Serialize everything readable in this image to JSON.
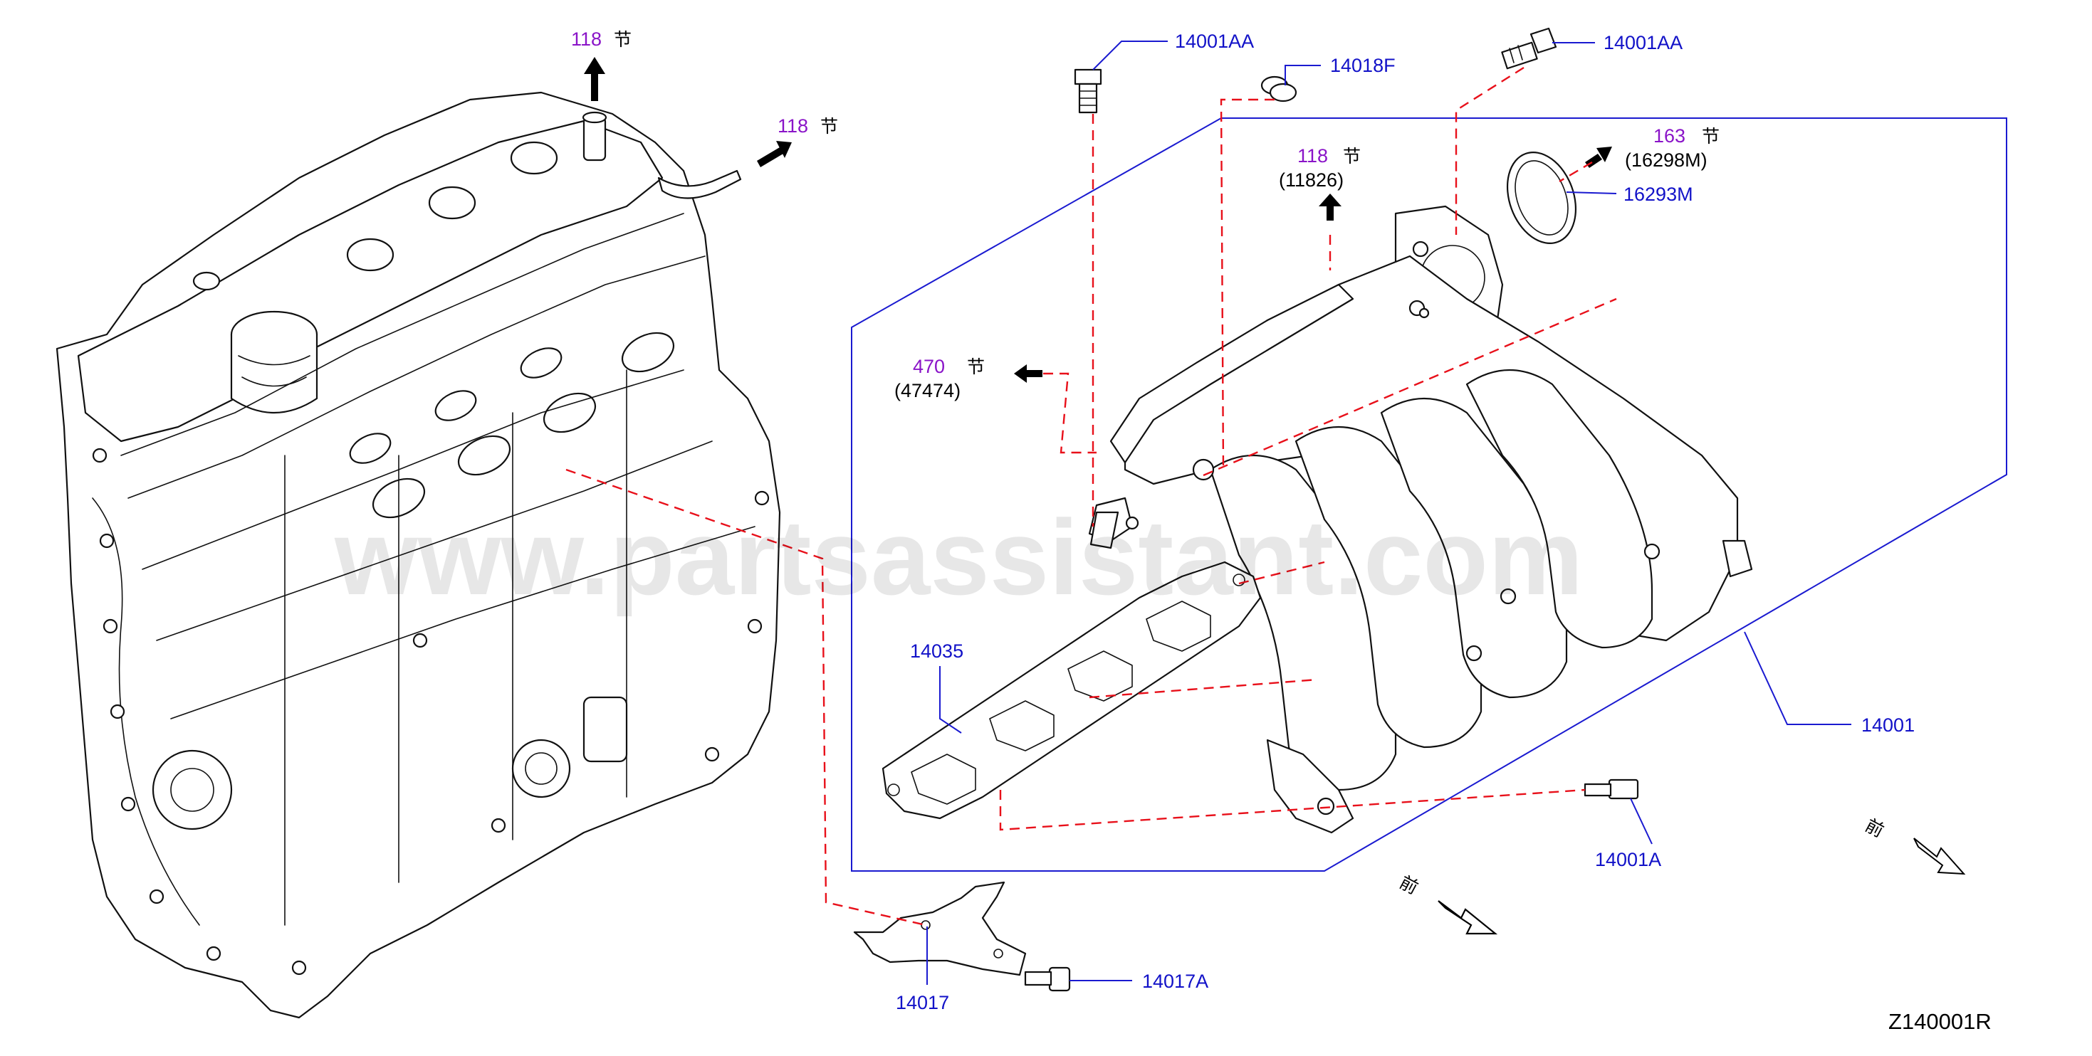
{
  "watermark": "www.partsassistant.com",
  "diagram_code": "Z140001R",
  "section_char": "节",
  "front_char": "前",
  "section_refs": [
    {
      "id": "ref-118-top",
      "number": "118",
      "sub": ""
    },
    {
      "id": "ref-118-right",
      "number": "118",
      "sub": ""
    },
    {
      "id": "ref-118-manifold",
      "number": "118",
      "sub": "(11826)"
    },
    {
      "id": "ref-163",
      "number": "163",
      "sub": "(16298M)"
    },
    {
      "id": "ref-470",
      "number": "470",
      "sub": "(47474)"
    }
  ],
  "parts": [
    {
      "id": "p1",
      "label": "14001AA"
    },
    {
      "id": "p2",
      "label": "14018F"
    },
    {
      "id": "p3",
      "label": "14001AA"
    },
    {
      "id": "p4",
      "label": "16293M"
    },
    {
      "id": "p5",
      "label": "14035"
    },
    {
      "id": "p6",
      "label": "14001"
    },
    {
      "id": "p7",
      "label": "14001A"
    },
    {
      "id": "p8",
      "label": "14017A"
    },
    {
      "id": "p9",
      "label": "14017"
    }
  ],
  "colors": {
    "part_label": "#1212c8",
    "section_number": "#8a14c8",
    "leader_line": "#1a1ad0",
    "dashed_line": "#e8101a",
    "linework": "#111111"
  }
}
